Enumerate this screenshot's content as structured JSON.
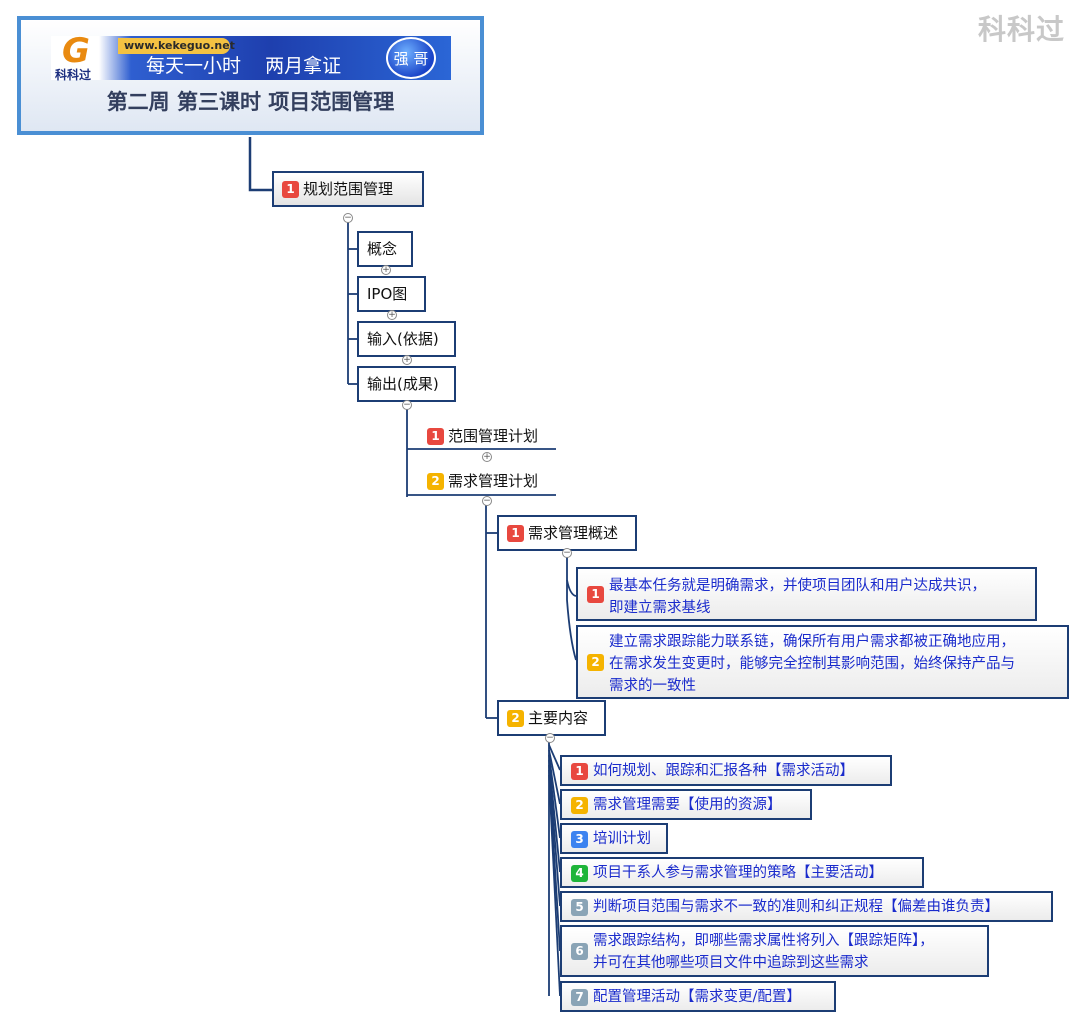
{
  "watermark": "科科过",
  "header": {
    "logo_text": "科科过",
    "url": "www.kekeguo.net",
    "slogan": "每天一小时    两月拿证",
    "badge": "强 哥",
    "title": "第二周 第三课时 项目范围管理"
  },
  "nodes": {
    "plan_scope": {
      "num": "1",
      "label": "规划范围管理"
    },
    "concept": {
      "label": "概念"
    },
    "ipo": {
      "label": "IPO图"
    },
    "input": {
      "label": "输入(依据)"
    },
    "output": {
      "label": "输出(成果)"
    },
    "scope_plan": {
      "num": "1",
      "label": "范围管理计划"
    },
    "req_plan": {
      "num": "2",
      "label": "需求管理计划"
    },
    "req_overview": {
      "num": "1",
      "label": "需求管理概述"
    },
    "overview_items": [
      {
        "num": "1",
        "text": "最基本任务就是明确需求，并使项目团队和用户达成共识，\n即建立需求基线"
      },
      {
        "num": "2",
        "text": "建立需求跟踪能力联系链，确保所有用户需求都被正确地应用，\n在需求发生变更时，能够完全控制其影响范围，始终保持产品与\n需求的一致性"
      }
    ],
    "main_content": {
      "num": "2",
      "label": "主要内容"
    },
    "content_items": [
      {
        "num": "1",
        "text": "如何规划、跟踪和汇报各种【需求活动】"
      },
      {
        "num": "2",
        "text": "需求管理需要【使用的资源】"
      },
      {
        "num": "3",
        "text": "培训计划"
      },
      {
        "num": "4",
        "text": "项目干系人参与需求管理的策略【主要活动】"
      },
      {
        "num": "5",
        "text": "判断项目范围与需求不一致的准则和纠正规程【偏差由谁负责】"
      },
      {
        "num": "6",
        "text": "需求跟踪结构，即哪些需求属性将列入【跟踪矩阵】，\n并可在其他哪些项目文件中追踪到这些需求"
      },
      {
        "num": "7",
        "text": "配置管理活动【需求变更/配置】"
      }
    ]
  },
  "colors": {
    "line": "#1c3d74",
    "root_border": "#4a8fd4",
    "leaf_text": "#1a2bcc"
  }
}
